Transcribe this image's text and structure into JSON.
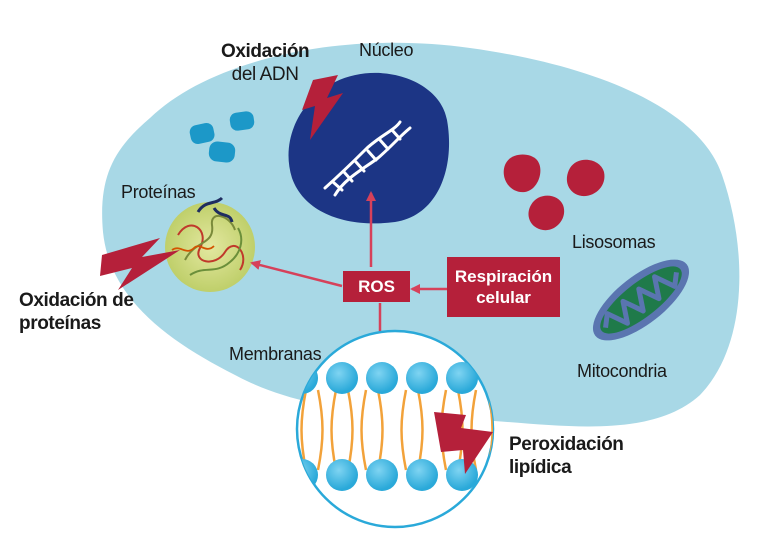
{
  "labels": {
    "dna_oxidation": [
      "Oxidación",
      "del ADN"
    ],
    "nucleus": "Núcleo",
    "proteins": "Proteínas",
    "protein_oxidation": [
      "Oxidación de",
      "proteínas"
    ],
    "lysosomes": "Lisosomas",
    "mitochondria": "Mitocondria",
    "membranes": "Membranas",
    "lipid_peroxidation": [
      "Peroxidación",
      "lipídica"
    ]
  },
  "boxes": {
    "ros": "ROS",
    "cellular_respiration": [
      "Respiración",
      "celular"
    ]
  },
  "colors": {
    "cell": "#a8d8e6",
    "nucleus": "#1c3585",
    "accent_red": "#b5203a",
    "arrow": "#d6415a",
    "droplet": "#1c98c8",
    "membrane_ball": "#38b6e0",
    "lipid_tail": "#f2a23a",
    "mitochondria_outer": "#5a75b0",
    "mitochondria_inner": "#1f7a4a",
    "protein_blob": "#cfd98a"
  }
}
